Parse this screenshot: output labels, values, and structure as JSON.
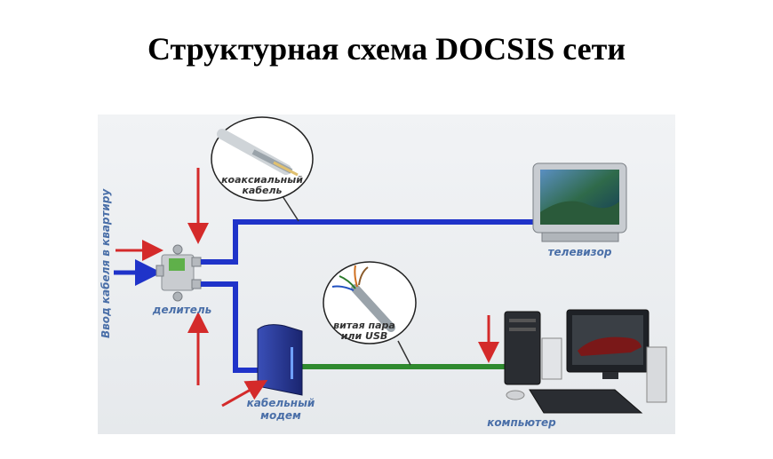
{
  "title": "Структурная схема DOCSIS сети",
  "labels": {
    "cable_input": "Ввод кабеля в квартиру",
    "splitter": "делитель",
    "coax_line1": "коаксиальный",
    "coax_line2": "кабель",
    "tv": "телевизор",
    "twisted_line1": "витая пара",
    "twisted_line2": "или USB",
    "modem_line1": "кабельный",
    "modem_line2": "модем",
    "computer": "компьютер"
  },
  "colors": {
    "coax_line": "#1f33c9",
    "data_line": "#2f8a2f",
    "arrow": "#d42a2a",
    "label": "#4a6fa8",
    "panel_bg": "#eef0f2"
  }
}
